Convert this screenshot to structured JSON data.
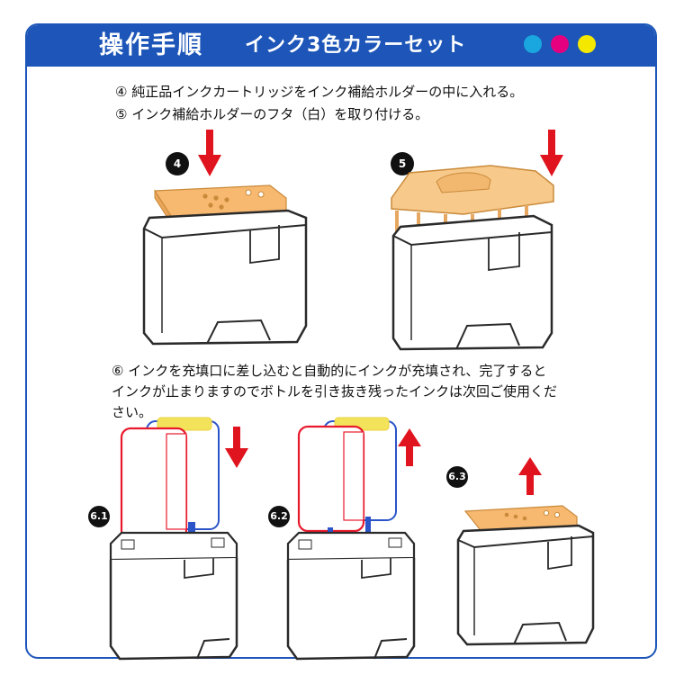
{
  "header": {
    "title": "操作手順",
    "subtitle": "インク3色カラーセット",
    "color_dots": [
      "#1aa7e0",
      "#e4007f",
      "#f5e800"
    ]
  },
  "steps": {
    "step4_text": "④ 純正品インクカートリッジをインク補給ホルダーの中に入れる。",
    "step5_text": "⑤ インク補給ホルダーのフタ（白）を取り付ける。",
    "step6_line1": "⑥ インクを充填口に差し込むと自動的にインクが充填され、完了すると",
    "step6_line2": "インクが止まりますのでボトルを引き抜き残ったインクは次回ご使用くだ",
    "step6_line3": "さい。"
  },
  "badges": {
    "b4": "4",
    "b5": "5",
    "b61": "6.1",
    "b62": "6.2",
    "b63": "6.3"
  },
  "colors": {
    "arrow": "#e0141e",
    "cartridge": "#f7b870",
    "holder": "#2a2a2a",
    "bottle_red": "#e8192c",
    "bottle_blue": "#2a54c8",
    "bottle_yellow": "#f3e35a"
  }
}
